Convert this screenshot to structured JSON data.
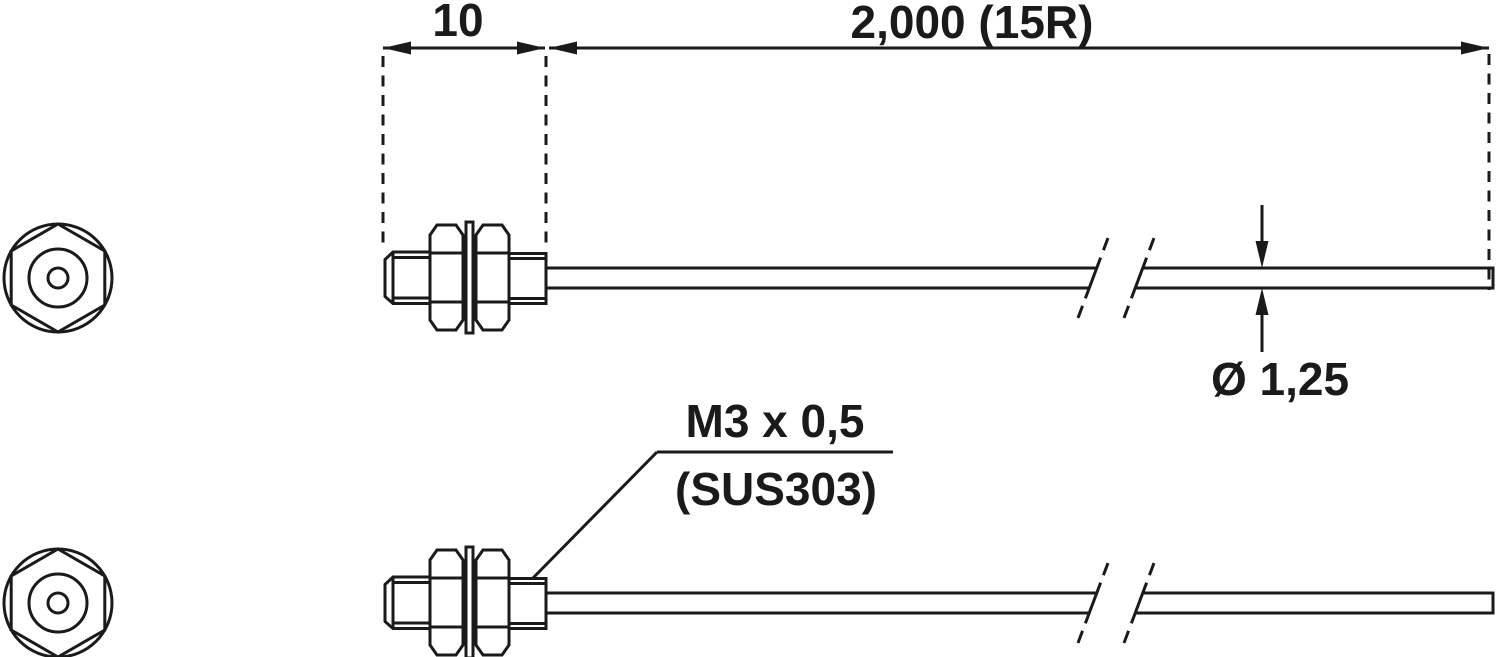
{
  "labels": {
    "thread_length": "10",
    "cable_length": "2,000 (15R)",
    "cable_diameter": "Ø 1,25",
    "thread_spec": "M3 x 0,5",
    "material": "(SUS303)"
  },
  "colors": {
    "line": "#1a1a1a",
    "background": "#ffffff"
  }
}
